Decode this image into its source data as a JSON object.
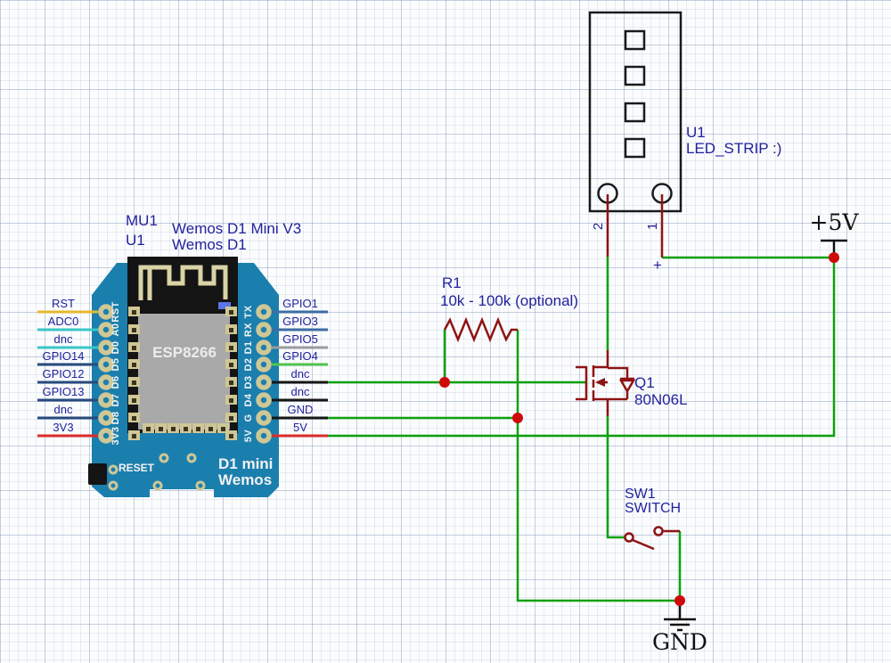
{
  "schematic": {
    "colors": {
      "wire_green": "#0da10d",
      "part_red": "#8e1414",
      "junction_red": "#cf0a0a",
      "label_blue": "#22229e",
      "board_blue": "#1b7fae",
      "pad_khaki": "#cfc795"
    },
    "wemos": {
      "ref_top": "MU1",
      "ref_bottom": "U1",
      "title_line1": "Wemos D1 Mini V3",
      "title_line2": "Wemos D1",
      "chip_label": "ESP8266",
      "reset_label": "RESET",
      "brand_line1": "D1 mini",
      "brand_line2": "Wemos",
      "left_pins": [
        {
          "label": "RST",
          "silk": "RST",
          "wire_color": "#e5b92c"
        },
        {
          "label": "ADC0",
          "silk": "A0",
          "wire_color": "#38c6c6"
        },
        {
          "label": "dnc",
          "silk": "D0",
          "wire_color": "#38c6c6"
        },
        {
          "label": "GPIO14",
          "silk": "D5",
          "wire_color": "#274a7d"
        },
        {
          "label": "GPIO12",
          "silk": "D6",
          "wire_color": "#274a7d"
        },
        {
          "label": "GPIO13",
          "silk": "D7",
          "wire_color": "#274a7d"
        },
        {
          "label": "dnc",
          "silk": "D8",
          "wire_color": "#274a7d"
        },
        {
          "label": "3V3",
          "silk": "3V3",
          "wire_color": "#dd2b2b"
        }
      ],
      "right_pins": [
        {
          "label": "GPIO1",
          "silk": "TX",
          "wire_color": "#3d6da3"
        },
        {
          "label": "GPIO3",
          "silk": "RX",
          "wire_color": "#3d6da3"
        },
        {
          "label": "GPIO5",
          "silk": "D1",
          "wire_color": "#9b9b9b"
        },
        {
          "label": "GPIO4",
          "silk": "D2",
          "wire_color": "#4fc44f"
        },
        {
          "label": "dnc",
          "silk": "D3",
          "wire_color": "#161616"
        },
        {
          "label": "dnc",
          "silk": "D4",
          "wire_color": "#161616"
        },
        {
          "label": "GND",
          "silk": "G",
          "wire_color": "#161616"
        },
        {
          "label": "5V",
          "silk": "5V",
          "wire_color": "#dd2b2b"
        }
      ]
    },
    "led_strip": {
      "ref": "U1",
      "value": "LED_STRIP :)",
      "pin_left_number": "2",
      "pin_right_number": "1",
      "polarity": "+"
    },
    "resistor": {
      "ref": "R1",
      "value": "10k - 100k (optional)"
    },
    "mosfet": {
      "ref": "Q1",
      "value": "80N06L"
    },
    "switch": {
      "ref": "SW1",
      "value": "SWITCH"
    },
    "power": {
      "rail": "+5V",
      "ground": "GND"
    }
  }
}
